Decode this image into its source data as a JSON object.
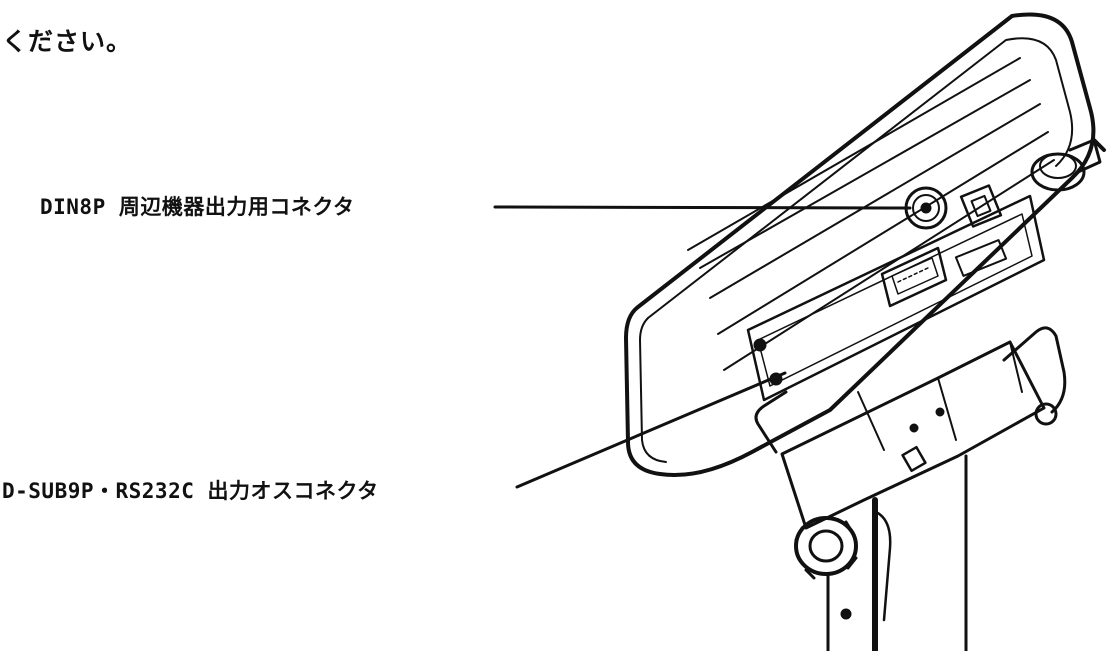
{
  "intro": {
    "line1": "",
    "line2": "ください。"
  },
  "callouts": {
    "din8p_label": "DIN8P 周辺機器出力用コネクタ",
    "dsub9p_label": "D-SUB9P・RS232C 出力オスコネクタ"
  },
  "colors": {
    "ink": "#111111",
    "background": "#ffffff"
  }
}
